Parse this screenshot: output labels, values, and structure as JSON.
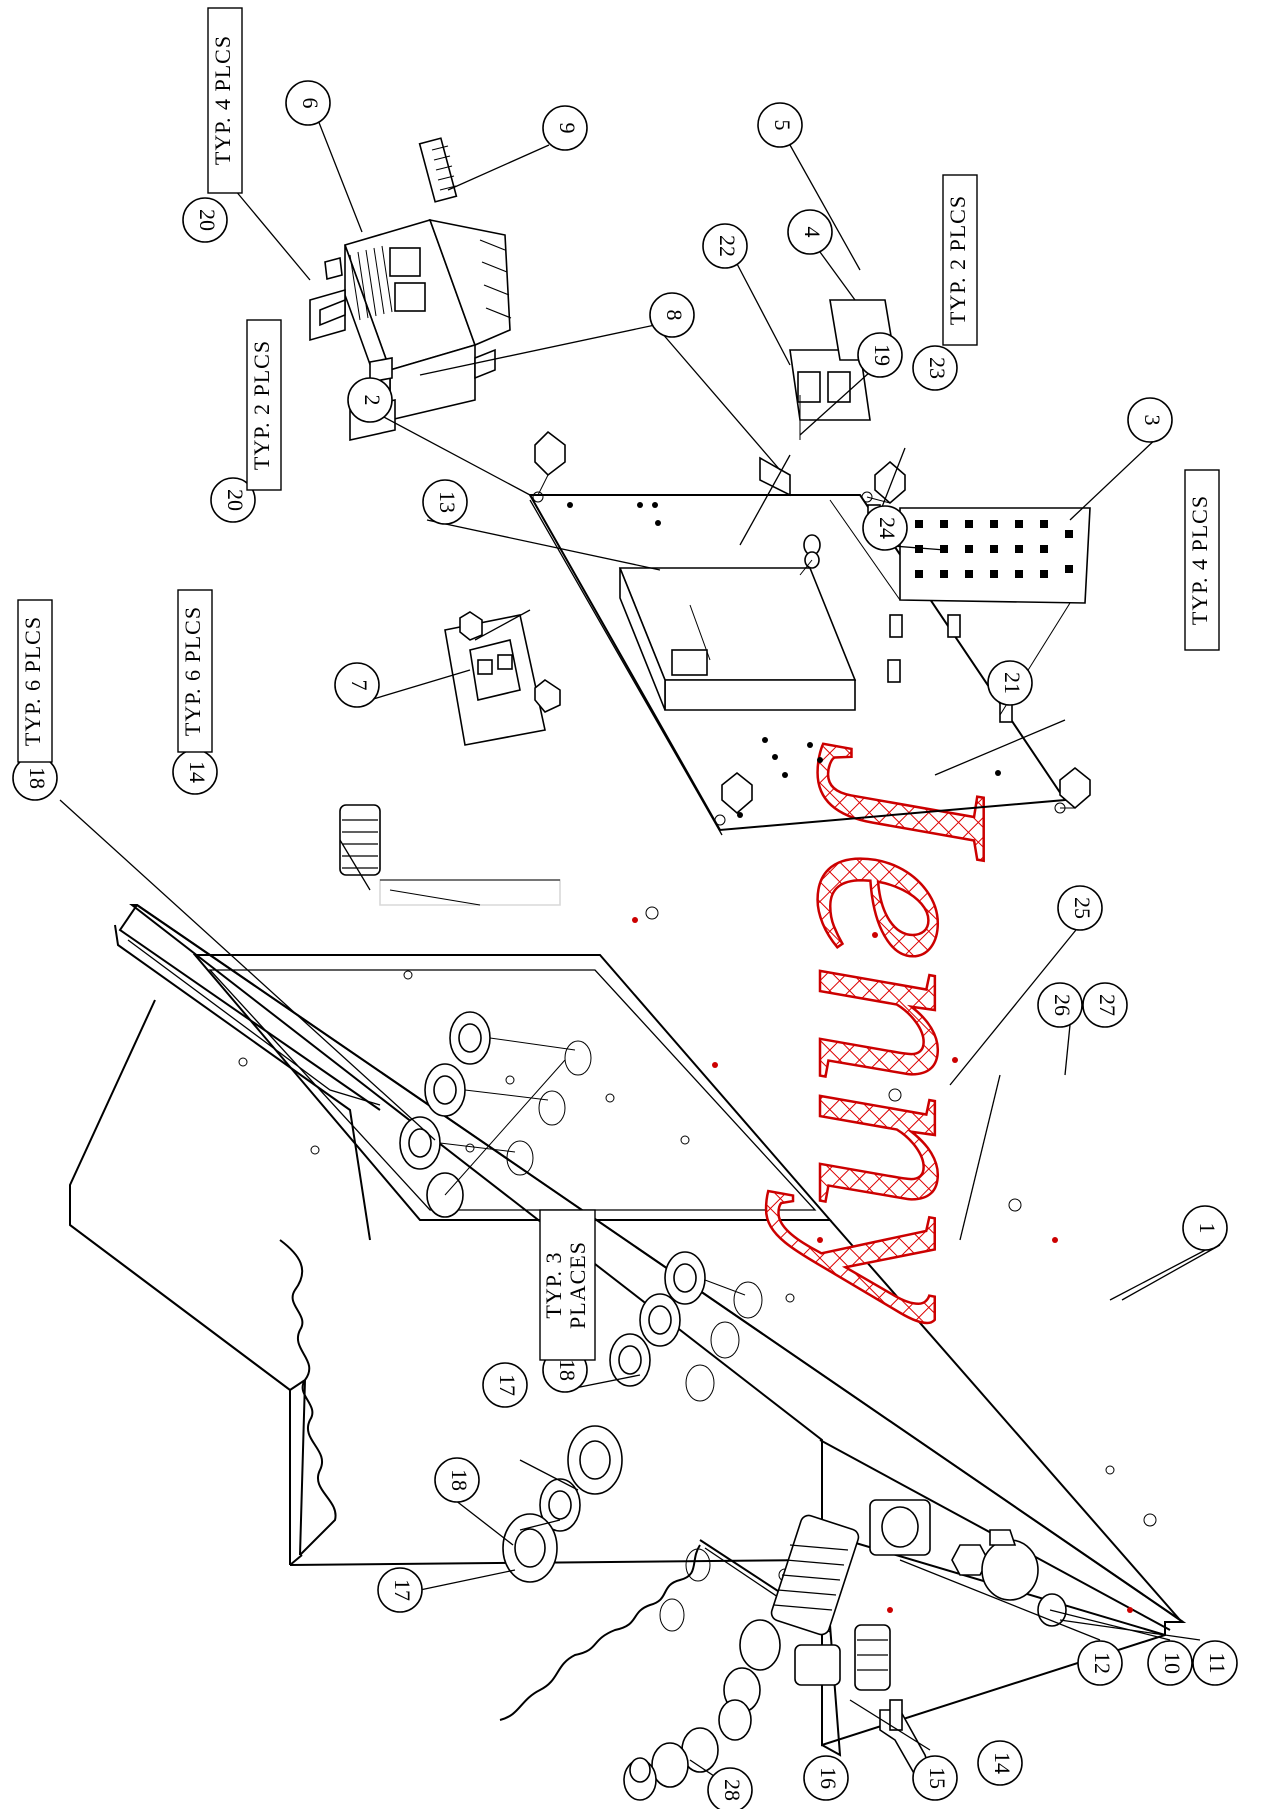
{
  "callouts": [
    {
      "id": "c1",
      "label": "1"
    },
    {
      "id": "c2",
      "label": "2"
    },
    {
      "id": "c3",
      "label": "3"
    },
    {
      "id": "c4",
      "label": "4"
    },
    {
      "id": "c5",
      "label": "5"
    },
    {
      "id": "c6",
      "label": "6"
    },
    {
      "id": "c7",
      "label": "7"
    },
    {
      "id": "c8",
      "label": "8"
    },
    {
      "id": "c9",
      "label": "9"
    },
    {
      "id": "c10",
      "label": "10"
    },
    {
      "id": "c11",
      "label": "11"
    },
    {
      "id": "c12",
      "label": "12"
    },
    {
      "id": "c13",
      "label": "13"
    },
    {
      "id": "c14a",
      "label": "14"
    },
    {
      "id": "c14b",
      "label": "14"
    },
    {
      "id": "c15",
      "label": "15"
    },
    {
      "id": "c16",
      "label": "16"
    },
    {
      "id": "c17a",
      "label": "17"
    },
    {
      "id": "c17b",
      "label": "17"
    },
    {
      "id": "c18a",
      "label": "18"
    },
    {
      "id": "c18b",
      "label": "18"
    },
    {
      "id": "c18c",
      "label": "18"
    },
    {
      "id": "c19",
      "label": "19"
    },
    {
      "id": "c20a",
      "label": "20"
    },
    {
      "id": "c20b",
      "label": "20"
    },
    {
      "id": "c21",
      "label": "21"
    },
    {
      "id": "c22",
      "label": "22"
    },
    {
      "id": "c23",
      "label": "23"
    },
    {
      "id": "c24",
      "label": "24"
    },
    {
      "id": "c25",
      "label": "25"
    },
    {
      "id": "c26",
      "label": "26"
    },
    {
      "id": "c27",
      "label": "27"
    },
    {
      "id": "c28",
      "label": "28"
    }
  ],
  "notes": {
    "typ4_a": "TYP. 4 PLCS",
    "typ2_a": "TYP. 2 PLCS",
    "typ2_b": "TYP. 2 PLCS",
    "typ6_a": "TYP. 6 PLCS",
    "typ6_b": "TYP. 6 PLCS",
    "typ4_b": "TYP. 4 PLCS",
    "typ3_line1": "TYP. 3",
    "typ3_line2": "PLACES"
  },
  "logo": "Jenny",
  "colors": {
    "ink": "#000000",
    "logo_red": "#cc0000"
  }
}
